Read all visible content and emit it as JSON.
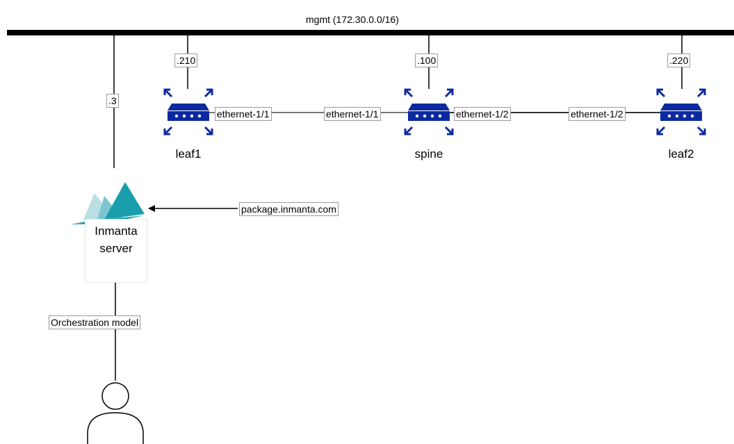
{
  "network": {
    "mgmt_label": "mgmt (172.30.0.0/16)",
    "ip_leaf1": ".210",
    "ip_spine": ".100",
    "ip_leaf2": ".220",
    "ip_server": ".3"
  },
  "nodes": {
    "leaf1": "leaf1",
    "spine": "spine",
    "leaf2": "leaf2"
  },
  "links": {
    "leaf1_port": "ethernet-1/1",
    "spine_port_1": "ethernet-1/1",
    "spine_port_2": "ethernet-1/2",
    "leaf2_port": "ethernet-1/2"
  },
  "server": {
    "line1": "Inmanta",
    "line2": "server"
  },
  "external": {
    "package_label": "package.inmanta.com",
    "model_label": "Orchestration model"
  },
  "colors": {
    "router": "#0c2aa0",
    "inmanta_teal": "#1a9eab",
    "inmanta_light": "#7cc7cf",
    "bus": "#000000"
  }
}
